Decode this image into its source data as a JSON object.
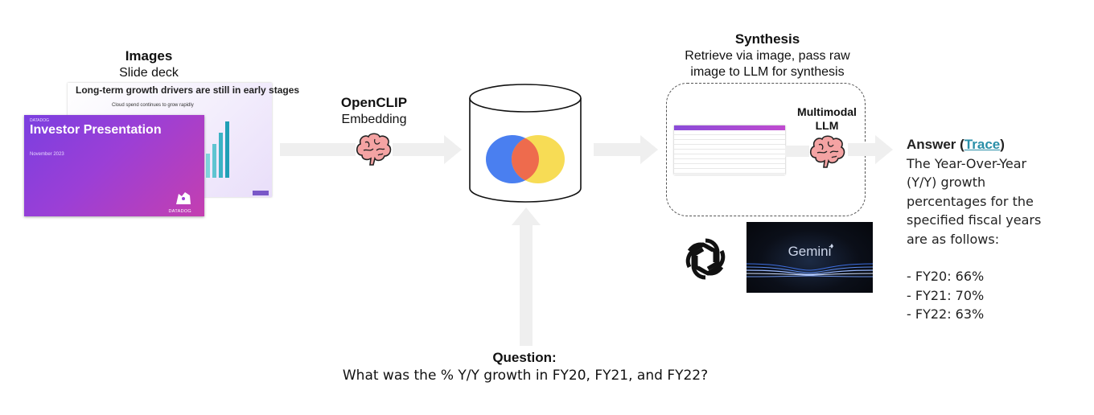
{
  "images": {
    "title": "Images",
    "subtitle": "Slide deck",
    "slide_back_title": "Long-term growth drivers are still in early stages",
    "slide_back_subtitle": "Cloud spend continues to grow rapidly",
    "slide_front_title": "Investor Presentation",
    "slide_front_date": "November 2023",
    "slide_front_brand": "DATADOG"
  },
  "embedding": {
    "title": "OpenCLIP",
    "subtitle": "Embedding"
  },
  "synthesis": {
    "title": "Synthesis",
    "subtitle_line1": "Retrieve via image, pass raw",
    "subtitle_line2": "image to LLM for synthesis",
    "llm_line1": "Multimodal",
    "llm_line2": "LLM"
  },
  "gemini": {
    "label": "Gemini"
  },
  "question": {
    "title": "Question:",
    "text": "What was the % Y/Y growth in FY20, FY21, and FY22?"
  },
  "answer": {
    "label": "Answer",
    "paren_open": " (",
    "link": "Trace",
    "paren_close": ")",
    "line1": "The Year-Over-Year",
    "line2": "(Y/Y) growth",
    "line3": "percentages for the",
    "line4": "specified fiscal years",
    "line5": "are as follows:",
    "item1": "- FY20: 66%",
    "item2": "- FY21: 70%",
    "item3": "- FY22: 63%"
  },
  "colors": {
    "arrow": "#efefef",
    "venn_blue": "#4a7ff0",
    "venn_yellow": "#f7dc55",
    "venn_overlap": "#ee6b4d",
    "brain": "#f4a3a3",
    "trace_link": "#2a8fa8"
  },
  "icons": [
    "brain-icon",
    "database-icon",
    "openai-logo-icon",
    "gemini-logo"
  ]
}
